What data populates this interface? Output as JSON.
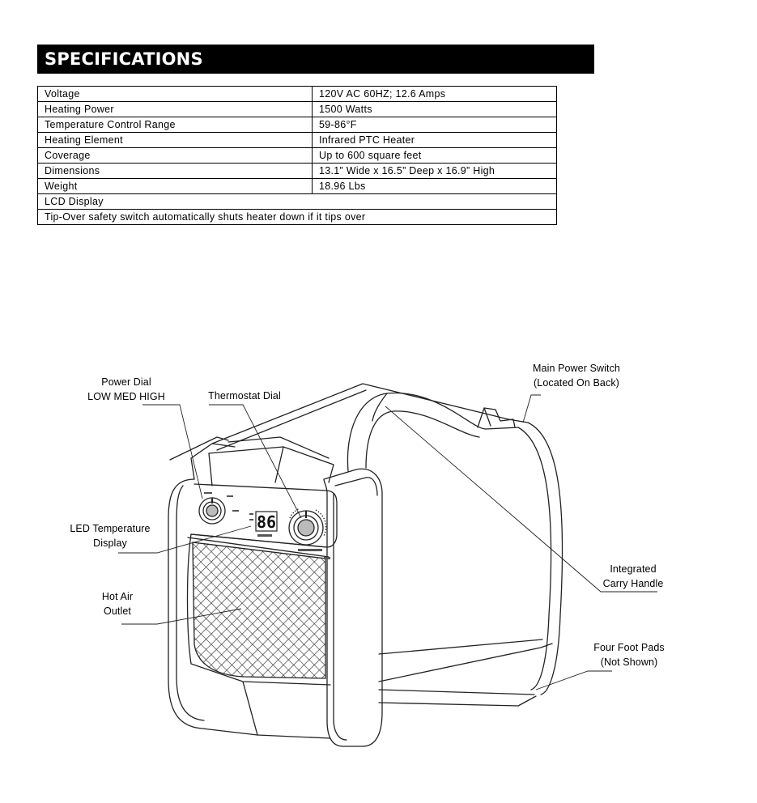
{
  "header": {
    "title": "SPECIFICATIONS"
  },
  "specs": {
    "rows": [
      {
        "label": "Voltage",
        "value": "120V  AC 60HZ; 12.6 Amps"
      },
      {
        "label": "Heating Power",
        "value": "1500 Watts"
      },
      {
        "label": "Temperature Control Range",
        "value": "59-86°F"
      },
      {
        "label": "Heating Element",
        "value": "Infrared PTC Heater"
      },
      {
        "label": "Coverage",
        "value": "Up to 600 square feet"
      },
      {
        "label": "Dimensions",
        "value": "13.1” Wide x 16.5” Deep x 16.9” High"
      },
      {
        "label": "Weight",
        "value": "18.96 Lbs"
      }
    ],
    "full_rows": [
      "LCD Display",
      "Tip-Over safety switch automatically shuts heater down if it tips over"
    ]
  },
  "callouts": {
    "power_dial": {
      "line1": "Power Dial",
      "line2": "LOW MED HIGH"
    },
    "thermostat_dial": {
      "line1": "Thermostat Dial"
    },
    "main_power_switch": {
      "line1": "Main Power Switch",
      "line2": "(Located On Back)"
    },
    "led_display": {
      "line1": "LED Temperature",
      "line2": "Display"
    },
    "hot_air_outlet": {
      "line1": "Hot Air",
      "line2": "Outlet"
    },
    "carry_handle": {
      "line1": "Integrated",
      "line2": "Carry Handle"
    },
    "foot_pads": {
      "line1": "Four Foot Pads",
      "line2": "(Not Shown)"
    }
  },
  "device": {
    "display_readout": "86"
  }
}
